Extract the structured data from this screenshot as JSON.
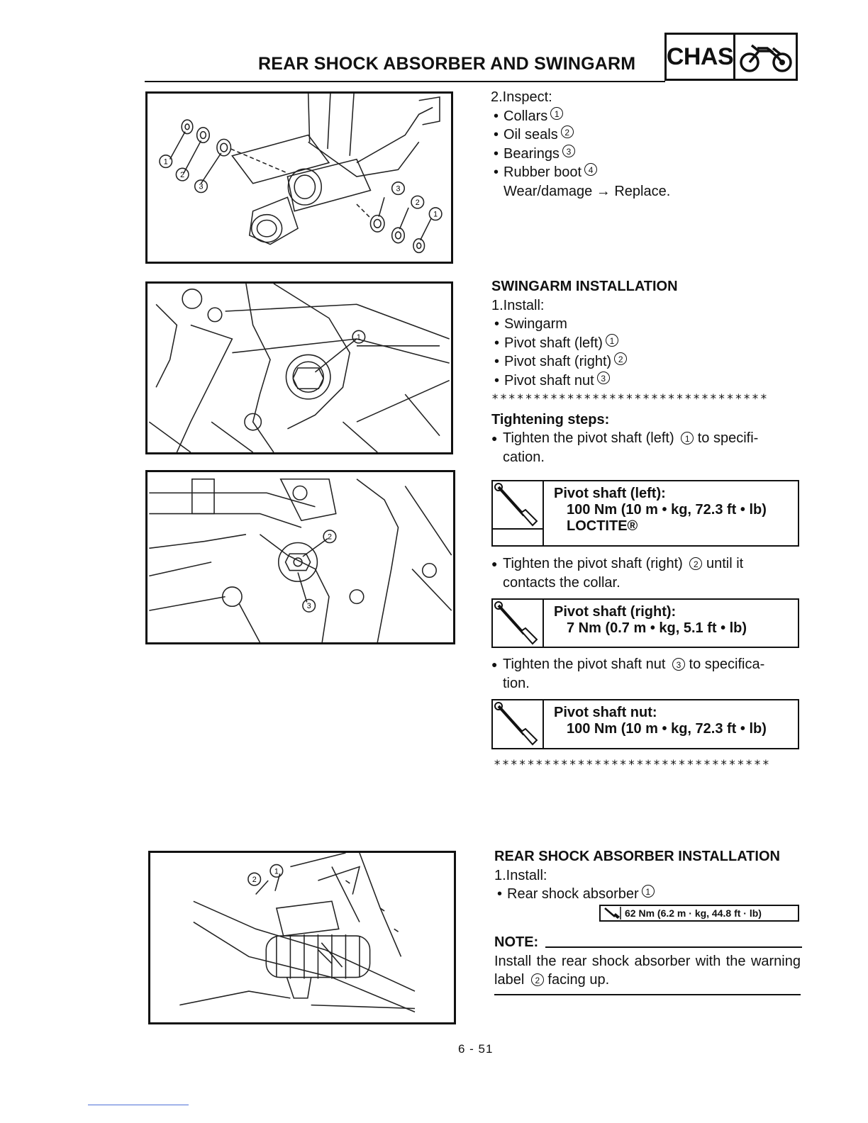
{
  "header": {
    "title": "REAR SHOCK ABSORBER AND SWINGARM",
    "badge": "CHAS",
    "badge_icon": "motorcycle-icon"
  },
  "figures": {
    "fig1_labels": [
      "1",
      "2",
      "3",
      "1",
      "2",
      "3"
    ],
    "fig2_labels": [
      "1"
    ],
    "fig3_labels": [
      "2",
      "3"
    ],
    "fig4_labels": [
      "2",
      "1"
    ]
  },
  "inspect": {
    "step": "2.Inspect:",
    "items": [
      {
        "text": "Collars",
        "num": "1"
      },
      {
        "text": "Oil seals",
        "num": "2"
      },
      {
        "text": "Bearings",
        "num": "3"
      },
      {
        "text": "Rubber boot",
        "num": "4"
      }
    ],
    "action": "Wear/damage → Replace."
  },
  "swingarm": {
    "heading": "SWINGARM INSTALLATION",
    "step": "1.Install:",
    "items": [
      {
        "text": "Swingarm",
        "num": ""
      },
      {
        "text": "Pivot shaft (left)",
        "num": "1"
      },
      {
        "text": "Pivot shaft (right)",
        "num": "2"
      },
      {
        "text": "Pivot shaft nut",
        "num": "3"
      }
    ],
    "stars": "*********************************",
    "tightening_heading": "Tightening steps:",
    "step_a_before": "Tighten the pivot shaft (left)",
    "step_a_num": "1",
    "step_a_after": "to specifi-",
    "step_a_line2": "cation.",
    "spec_left": {
      "label": "Pivot shaft (left):",
      "value": "100 Nm (10 m • kg, 72.3 ft • lb)",
      "extra": "LOCTITE®"
    },
    "step_b_before": "Tighten the pivot shaft (right)",
    "step_b_num": "2",
    "step_b_after": "until it",
    "step_b_line2": "contacts the collar.",
    "spec_right": {
      "label": "Pivot shaft (right):",
      "value": "7 Nm (0.7 m • kg, 5.1 ft • lb)"
    },
    "step_c_before": "Tighten the pivot shaft nut",
    "step_c_num": "3",
    "step_c_after": "to specifica-",
    "step_c_line2": "tion.",
    "spec_nut": {
      "label": "Pivot shaft nut:",
      "value": "100 Nm (10 m • kg, 72.3 ft • lb)"
    },
    "stars_end": "*********************************"
  },
  "shock": {
    "heading": "REAR SHOCK ABSORBER INSTALLATION",
    "step": "1.Install:",
    "item": "Rear shock absorber",
    "item_num": "1",
    "torque": "62 Nm (6.2 m · kg, 44.8 ft · lb)",
    "note_label": "NOTE:",
    "note_text": "Install the rear shock absorber with the warning label",
    "note_num": "2",
    "note_after": "facing up."
  },
  "footer": {
    "page": "6 - 51"
  }
}
